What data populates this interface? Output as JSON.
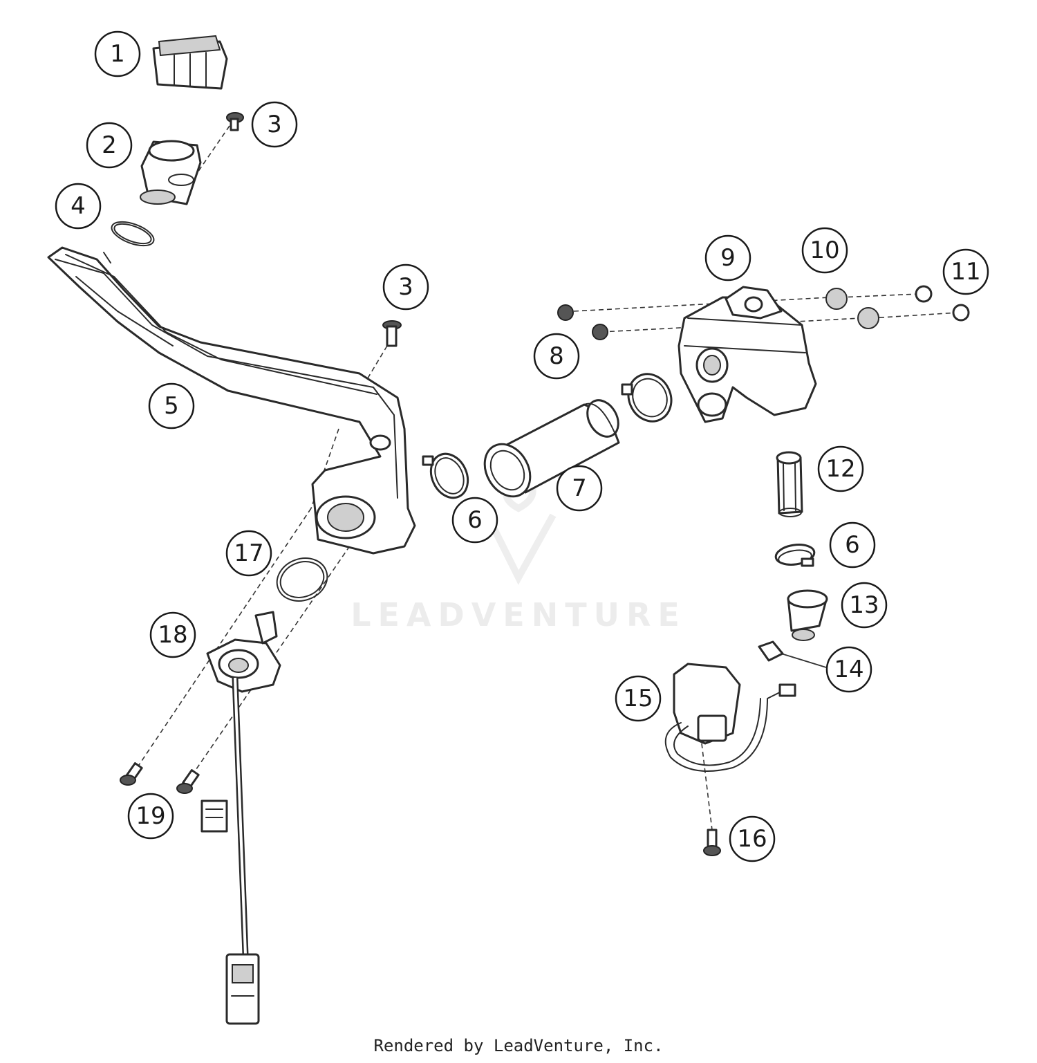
{
  "watermark": "LEADVENTURE",
  "footer": "Rendered by LeadVenture, Inc.",
  "callouts": [
    "1",
    "2",
    "3",
    "3",
    "4",
    "5",
    "6",
    "6",
    "7",
    "8",
    "9",
    "10",
    "11",
    "12",
    "13",
    "14",
    "15",
    "16",
    "17",
    "18",
    "19"
  ]
}
